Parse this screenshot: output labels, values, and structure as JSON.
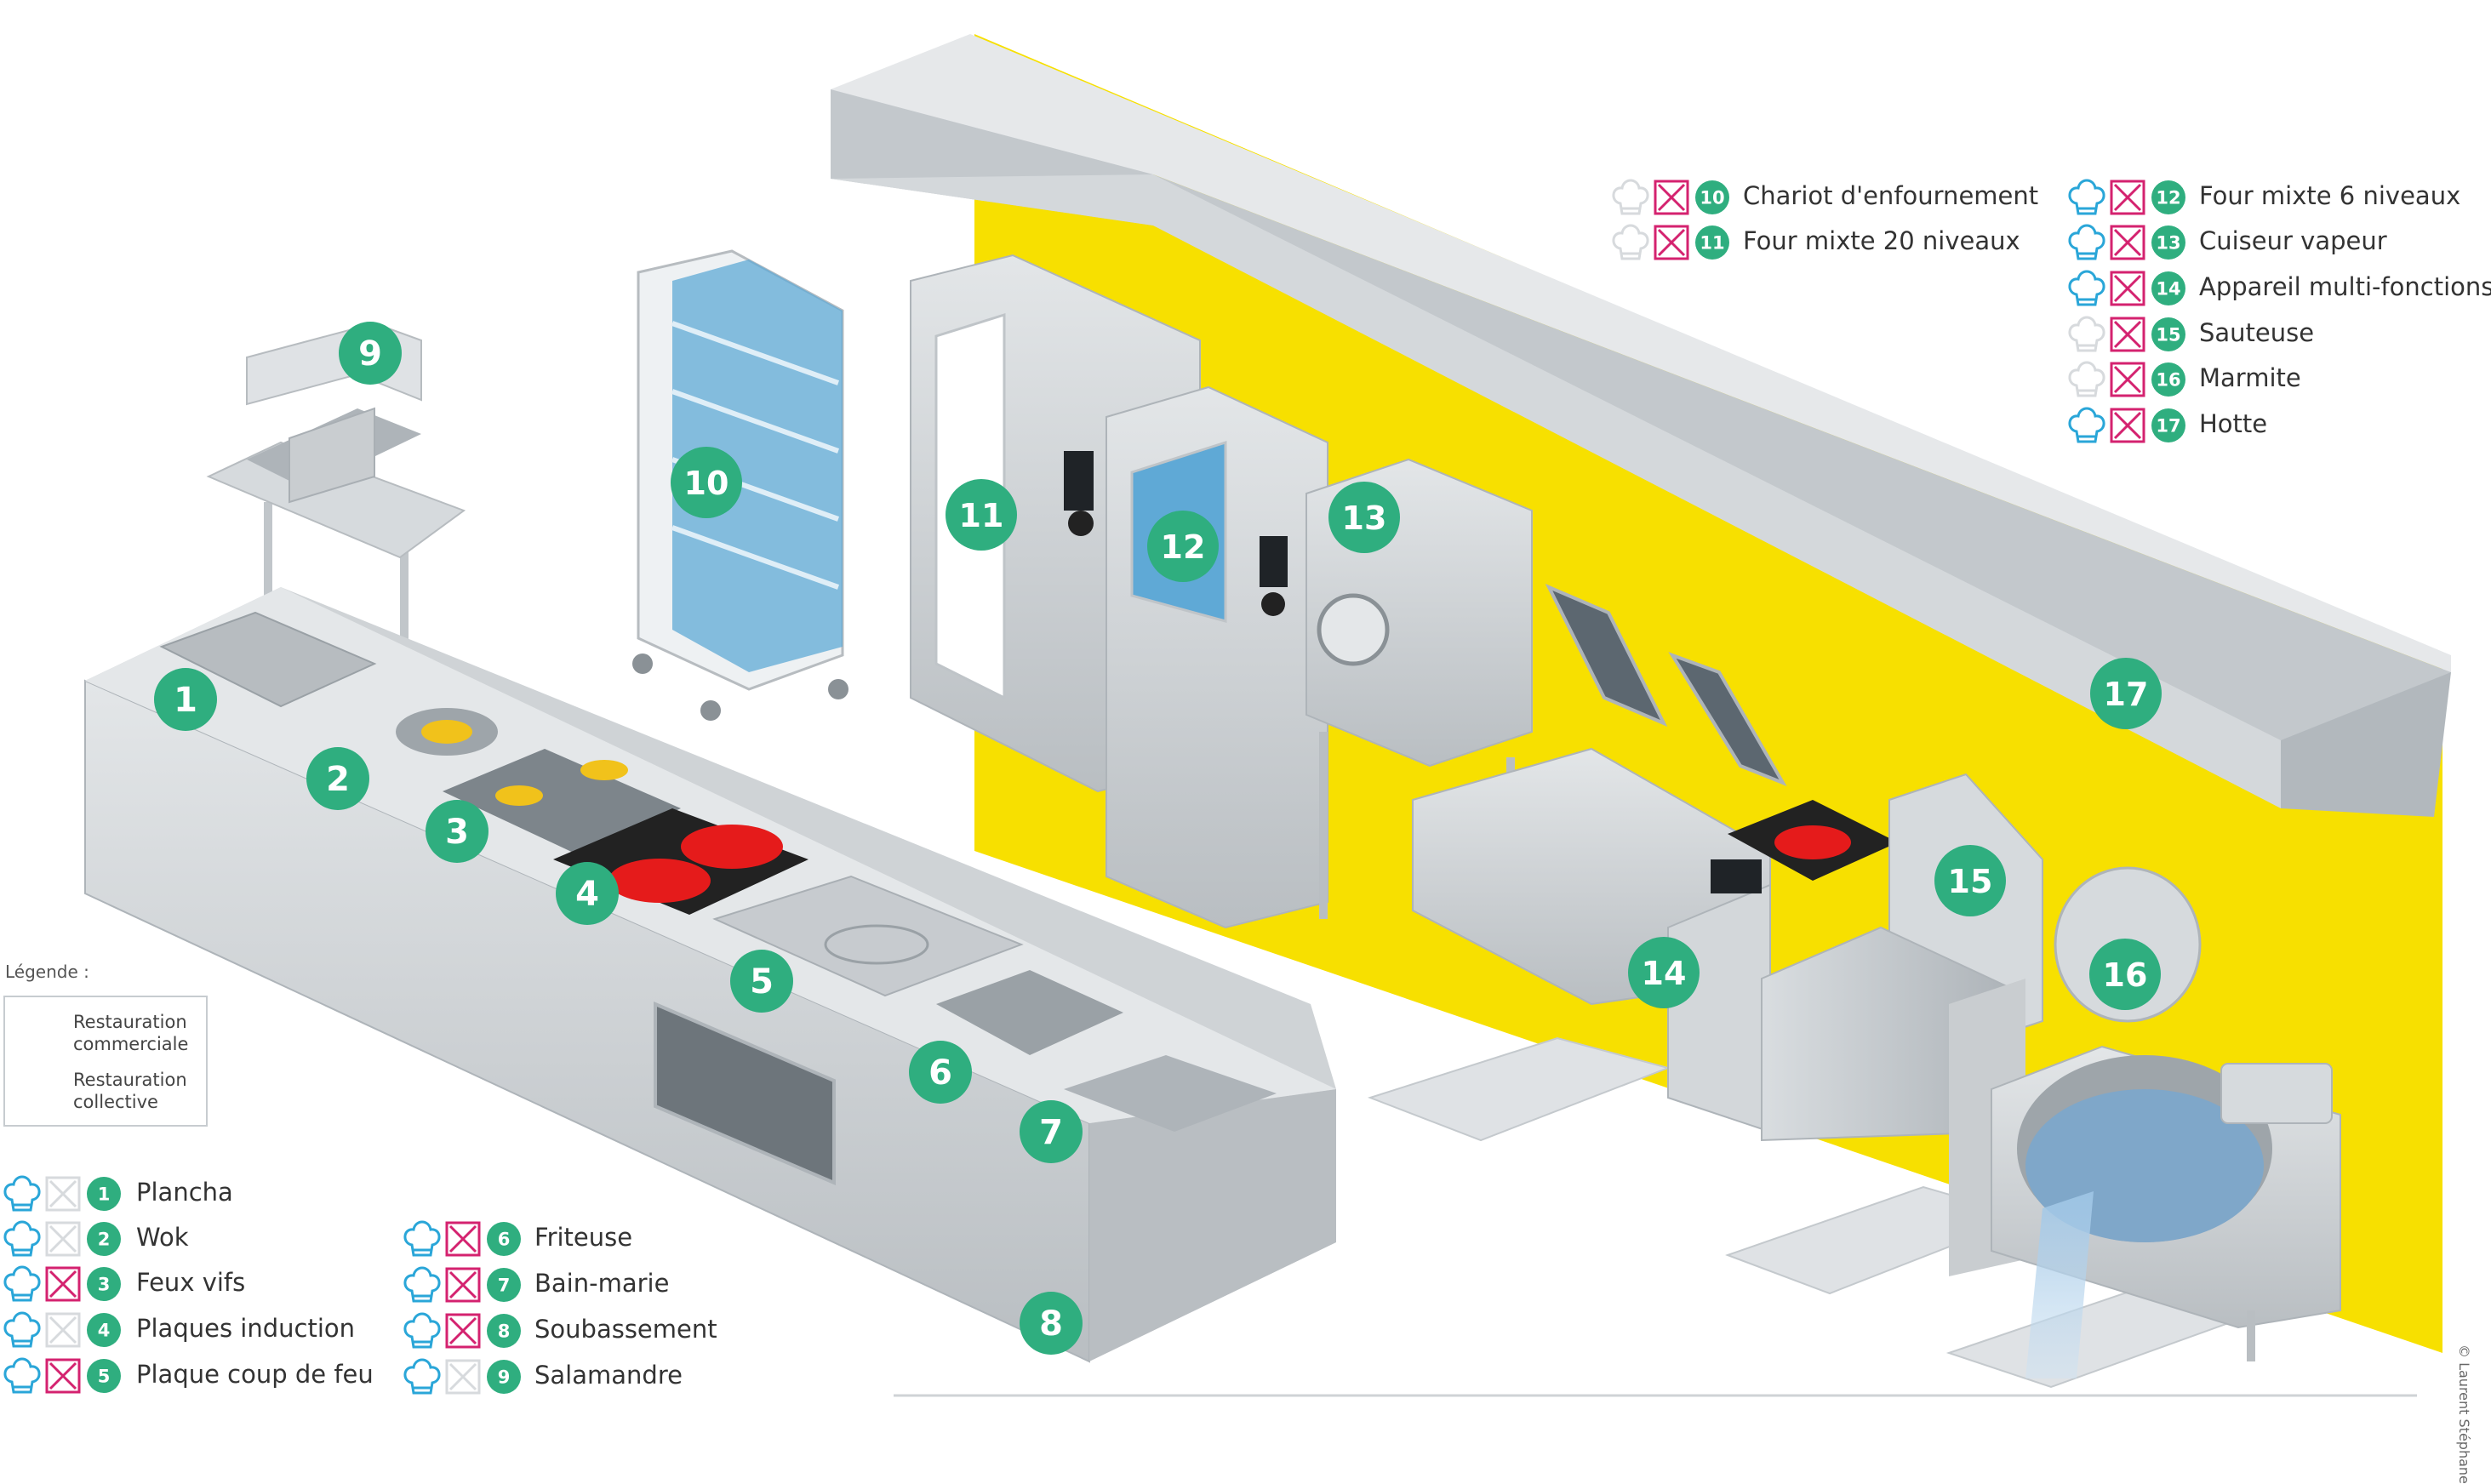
{
  "legend": {
    "title": "Légende :",
    "commercial": "Restauration commerciale",
    "collective": "Restauration collective"
  },
  "colors": {
    "badge": "#2fae7f",
    "commercial_icon": "#2aa6d8",
    "collective_icon": "#d4226f",
    "inactive_icon": "#d7dadd",
    "wall": "#f7e000",
    "steel": "#c9cdd0"
  },
  "items": [
    {
      "n": "1",
      "label": "Plancha",
      "commerciale": true,
      "collective": false
    },
    {
      "n": "2",
      "label": "Wok",
      "commerciale": true,
      "collective": false
    },
    {
      "n": "3",
      "label": "Feux vifs",
      "commerciale": true,
      "collective": true
    },
    {
      "n": "4",
      "label": "Plaques induction",
      "commerciale": true,
      "collective": false
    },
    {
      "n": "5",
      "label": "Plaque coup de feu",
      "commerciale": true,
      "collective": true
    },
    {
      "n": "6",
      "label": "Friteuse",
      "commerciale": true,
      "collective": true
    },
    {
      "n": "7",
      "label": "Bain-marie",
      "commerciale": true,
      "collective": true
    },
    {
      "n": "8",
      "label": "Soubassement",
      "commerciale": true,
      "collective": true
    },
    {
      "n": "9",
      "label": "Salamandre",
      "commerciale": true,
      "collective": false
    },
    {
      "n": "10",
      "label": "Chariot d'enfournement",
      "commerciale": false,
      "collective": true
    },
    {
      "n": "11",
      "label": "Four mixte 20 niveaux",
      "commerciale": false,
      "collective": true
    },
    {
      "n": "12",
      "label": "Four mixte 6 niveaux",
      "commerciale": true,
      "collective": true
    },
    {
      "n": "13",
      "label": "Cuiseur vapeur",
      "commerciale": true,
      "collective": true
    },
    {
      "n": "14",
      "label": "Appareil multi-fonctions",
      "commerciale": true,
      "collective": true
    },
    {
      "n": "15",
      "label": "Sauteuse",
      "commerciale": false,
      "collective": true
    },
    {
      "n": "16",
      "label": "Marmite",
      "commerciale": false,
      "collective": true
    },
    {
      "n": "17",
      "label": "Hotte",
      "commerciale": true,
      "collective": true
    }
  ],
  "credit": "© Laurent Stéphane"
}
